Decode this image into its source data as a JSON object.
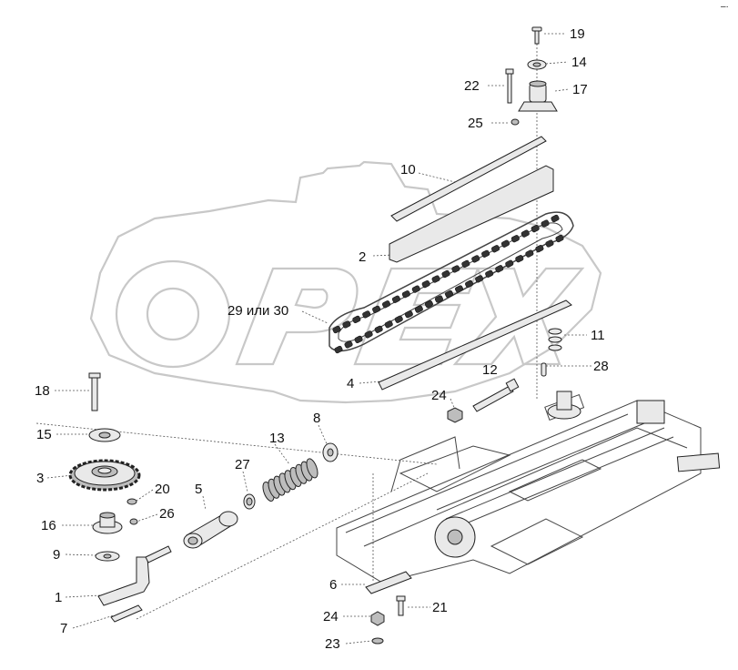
{
  "corner_mark": "–·",
  "watermark": {
    "text": "OPEX"
  },
  "labels": {
    "p1": "1",
    "p2": "2",
    "p3": "3",
    "p4": "4",
    "p5": "5",
    "p6": "6",
    "p7": "7",
    "p8": "8",
    "p9": "9",
    "p10": "10",
    "p11": "11",
    "p12": "12",
    "p13": "13",
    "p14": "14",
    "p15": "15",
    "p16": "16",
    "p17": "17",
    "p18": "18",
    "p19": "19",
    "p20": "20",
    "p21": "21",
    "p22": "22",
    "p23": "23",
    "p24a": "24",
    "p24b": "24",
    "p25": "25",
    "p26": "26",
    "p27": "27",
    "p28": "28",
    "p29_30": "29 или 30"
  }
}
